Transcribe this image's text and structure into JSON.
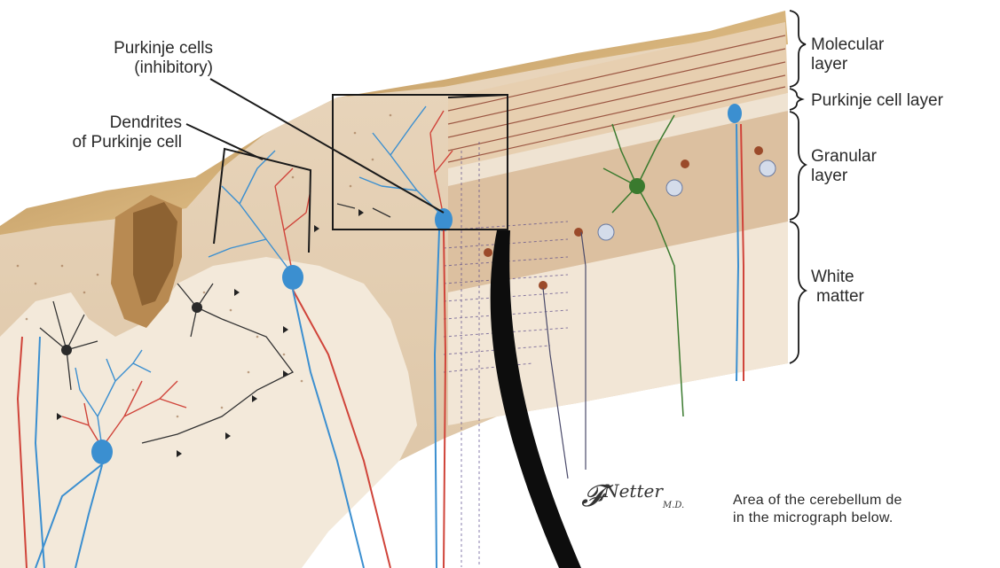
{
  "diagram": {
    "left_labels": {
      "purkinje_cells_line1": "Purkinje cells",
      "purkinje_cells_line2": "(inhibitory)",
      "dendrites_line1": "Dendrites",
      "dendrites_line2": "of Purkinje cell"
    },
    "layers": [
      {
        "line1": "Molecular",
        "line2": "layer"
      },
      {
        "line1": "Purkinje cell layer",
        "line2": ""
      },
      {
        "line1": "Granular",
        "line2": "layer"
      },
      {
        "line1": "White",
        "line2": "matter"
      }
    ],
    "caption": {
      "line1": "Area of the cerebellum de",
      "line2": "in the micrograph below."
    },
    "signature": "F. Netter M.D.",
    "colors": {
      "gray_matter": "#ecdcc6",
      "surface_tan": "#c9a36e",
      "white_matter": "#f4ece0",
      "purkinje_blue": "#3b8fd0",
      "fiber_red": "#d0443a",
      "granule_brown": "#9b4a2a",
      "golgi_green": "#3a7a2e"
    }
  }
}
